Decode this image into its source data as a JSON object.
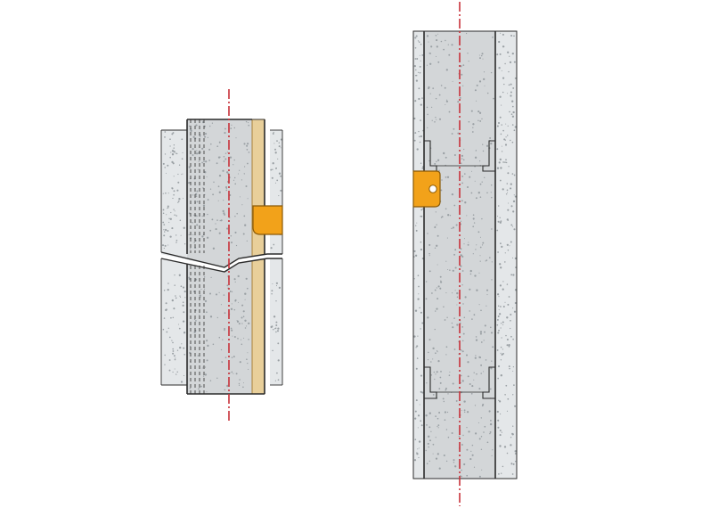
{
  "colors": {
    "background": "#ffffff",
    "board": "#e4e7e9",
    "core": "#d3d6d8",
    "outline": "#2b2b2b",
    "axis": "#c8323a",
    "strip": "#e8cf9a",
    "strip_edge": "#a8823c",
    "clip": "#f2a21a",
    "clip_edge": "#8a5a08",
    "speckle": "#9aa0a4"
  },
  "left_detail": {
    "components": [
      "outer-board-left",
      "inner-core",
      "wood-strip",
      "outer-board-right",
      "clip",
      "break-line",
      "center-axis"
    ]
  },
  "right_detail": {
    "components": [
      "outer-board-left",
      "inner-core",
      "outer-board-right",
      "clip",
      "joint-top",
      "joint-bottom",
      "center-axis"
    ]
  }
}
